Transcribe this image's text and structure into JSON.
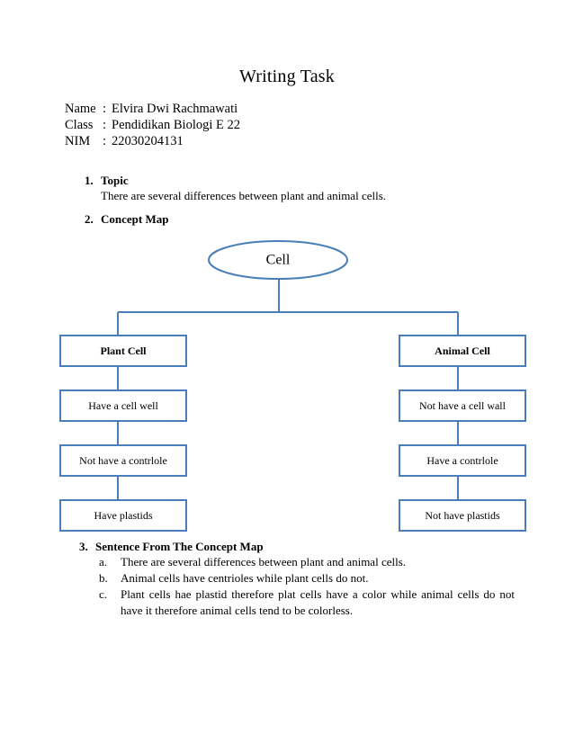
{
  "document": {
    "title": "Writing Task"
  },
  "identity": {
    "rows": [
      {
        "key": "Name",
        "sep": ":",
        "value": "Elvira Dwi Rachmawati"
      },
      {
        "key": "Class",
        "sep": ":",
        "value": "Pendidikan Biologi E 22"
      },
      {
        "key": "NIM",
        "sep": ":",
        "value": "22030204131"
      }
    ]
  },
  "sections": {
    "topic": {
      "number": "1.",
      "heading": "Topic",
      "body": "There are several differences between plant and animal cells."
    },
    "concept_map": {
      "number": "2.",
      "heading": "Concept Map"
    },
    "sentences": {
      "number": "3.",
      "heading": "Sentence From The Concept Map",
      "items": [
        {
          "mark": "a.",
          "text": "There are several differences between plant and animal cells."
        },
        {
          "mark": "b.",
          "text": "Animal cells have centrioles while plant cells do not."
        },
        {
          "mark": "c.",
          "text": "Plant cells hae plastid therefore plat cells have a color while animal cells do not have it therefore animal cells tend to be colorless."
        }
      ]
    }
  },
  "concept_map": {
    "accent_color": "#4A7EBB",
    "root": {
      "label": "Cell"
    },
    "branches": [
      {
        "head": "Plant Cell",
        "nodes": [
          "Have a cell well",
          "Not have a contrlole",
          "Have plastids"
        ]
      },
      {
        "head": "Animal Cell",
        "nodes": [
          "Not have a cell wall",
          "Have a contrlole",
          "Not have plastids"
        ]
      }
    ]
  }
}
